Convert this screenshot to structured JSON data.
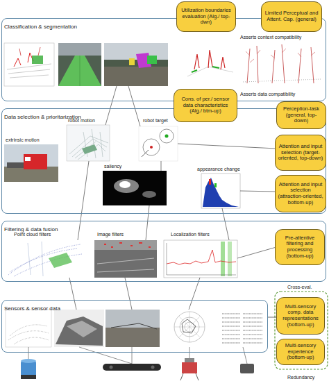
{
  "diagram": {
    "nodes": [
      {
        "text": [
          "Utilization boundaries evaluation (Alg./ top-dwn)"
        ]
      },
      {
        "text": [
          "Limited Perceptual and Attent. Cap. (general)"
        ]
      },
      {
        "text": [
          "Classification & segmentation"
        ]
      },
      {
        "text": [
          "Cons. of per./ sensor data characteristics (Alg./ btm-up)"
        ]
      },
      {
        "text": [
          "Perception-task (general, top-down)"
        ]
      },
      {
        "text": [
          "Data selection & prioritarization"
        ]
      },
      {
        "text": [
          "Attention and input selection (target-oriented, top-down)"
        ]
      },
      {
        "text": [
          "Attention and input selection (attraction-oriented, bottom-up)"
        ]
      },
      {
        "text": [
          "Filtering & data fusion"
        ]
      },
      {
        "text": [
          "Pre-attentive filtering and processing (bottom-up)"
        ]
      },
      {
        "text": [
          "Sensors & sensor data"
        ]
      },
      {
        "text": [
          "Multi-sensory comp. data representations (bottom-up)"
        ]
      },
      {
        "text": [
          "Multi-sensory experience (bottom-up)"
        ]
      }
    ],
    "edges": [
      {
        "from": 11,
        "to": 10,
        "arrow": "none"
      }
    ],
    "labels": [
      "Asserts context compatibility",
      "Asserts data compatibility",
      "robot motion",
      "robot target",
      "extrinsic motion",
      "saliency",
      "appearance change",
      "Point cloud filters",
      "Image filters",
      "Localization filters",
      "Cross-eval.",
      "Redundancy"
    ]
  }
}
